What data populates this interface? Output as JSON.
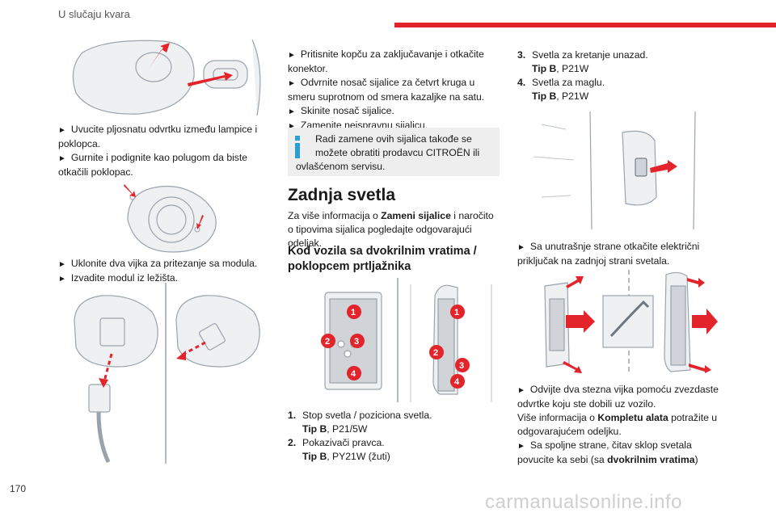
{
  "header": {
    "title": "U slučaju kvara"
  },
  "page_number": "170",
  "watermark": "carmanualsonline.info",
  "col1": {
    "p1_a": "Uvucite pljosnatu odvrtku između lampice i poklopca.",
    "p1_b": "Gurnite i podignite kao polugom da biste otkačili poklopac.",
    "p2_a": "Uklonite dva vijka za pritezanje sa modula.",
    "p2_b": "Izvadite modul iz ležišta."
  },
  "col2": {
    "b1": "Pritisnite kopču za zaključavanje i otkačite konektor.",
    "b2": "Odvrnite nosač sijalice za četvrt kruga u smeru suprotnom od smera kazaljke na satu.",
    "b3": "Skinite nosač sijalice.",
    "b4": "Zamenite neispravnu sijalicu.",
    "info_l1": "Radi zamene ovih sijalica takođe se",
    "info_l2": "možete obratiti prodavcu CITROËN ili",
    "info_l3": "ovlašćenom servisu.",
    "heading": "Zadnja svetla",
    "intro_pre": "Za više informacija o ",
    "intro_bold": "Zameni sijalice",
    "intro_post": " i naročito o tipovima sijalica pogledajte odgovarajući odeljak.",
    "subheading": "Kod vozila sa dvokrilnim vratima / poklopcem prtljažnika",
    "badges": [
      "1",
      "2",
      "3",
      "4"
    ],
    "list": [
      {
        "num": "1.",
        "label": "Stop svetla / poziciona svetla.",
        "type_label": "Tip B",
        "type_value": ", P21/5W"
      },
      {
        "num": "2.",
        "label": "Pokazivači pravca.",
        "type_label": "Tip B",
        "type_value": ", PY21W (žuti)"
      }
    ]
  },
  "col3": {
    "list": [
      {
        "num": "3.",
        "label": "Svetla za kretanje unazad.",
        "type_label": "Tip B",
        "type_value": ", P21W"
      },
      {
        "num": "4.",
        "label": "Svetla za maglu.",
        "type_label": "Tip B",
        "type_value": ", P21W"
      }
    ],
    "b1": "Sa unutrašnje strane otkačite električni priključak na zadnjoj strani svetala.",
    "b2": "Odvijte dva stezna vijka pomoću zvezdaste odvrtke koju ste dobili uz vozilo.",
    "p_pre": "Više informacija o ",
    "p_bold": "Kompletu alata",
    "p_post": " potražite u odgovarajućem odeljku.",
    "b3_pre": "Sa spoljne strane, čitav sklop svetala povucite ka sebi (sa ",
    "b3_bold": "dvokrilnim vratima",
    "b3_post": ")"
  },
  "colors": {
    "accent": "#e3242b",
    "info_bg": "#eeeeef",
    "info_icon": "#2a9fd6"
  }
}
